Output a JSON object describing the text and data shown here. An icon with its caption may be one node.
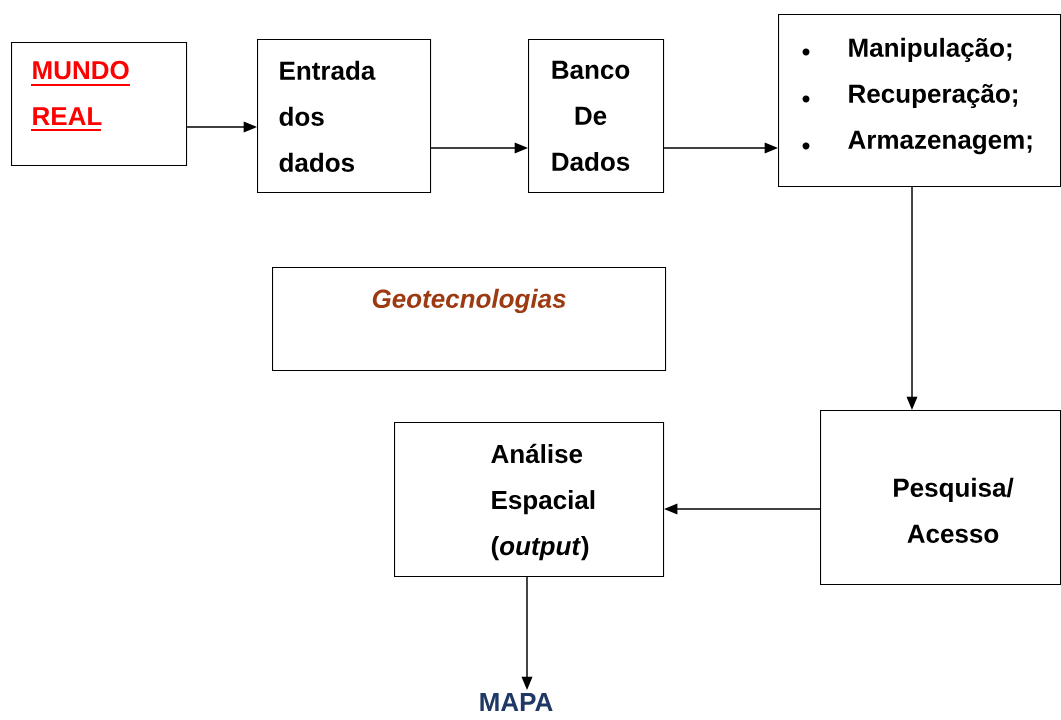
{
  "diagram": {
    "nodes": [
      {
        "text": [
          "MUNDO REAL"
        ]
      },
      {
        "text": [
          "Entrada dos dados"
        ]
      },
      {
        "text": [
          "Banco De Dados"
        ]
      },
      {
        "text": [
          "Manipulação;",
          "Recuperação;",
          "Armazenagem;"
        ]
      },
      {
        "text": [
          "Geotecnologias"
        ]
      },
      {
        "text": [
          "Pesquisa/ Acesso"
        ]
      },
      {
        "text": [
          "Análise Espacial",
          "(*output*)"
        ]
      },
      {
        "text": [
          "MAPA"
        ]
      }
    ],
    "edges": [
      {
        "from": 0,
        "to": 1,
        "arrow": "to"
      },
      {
        "from": 1,
        "to": 2,
        "arrow": "to"
      },
      {
        "from": 2,
        "to": 3,
        "arrow": "to"
      },
      {
        "from": 3,
        "to": 5,
        "arrow": "to"
      },
      {
        "from": 5,
        "to": 6,
        "arrow": "to"
      },
      {
        "from": 6,
        "to": 7,
        "arrow": "to"
      }
    ]
  }
}
